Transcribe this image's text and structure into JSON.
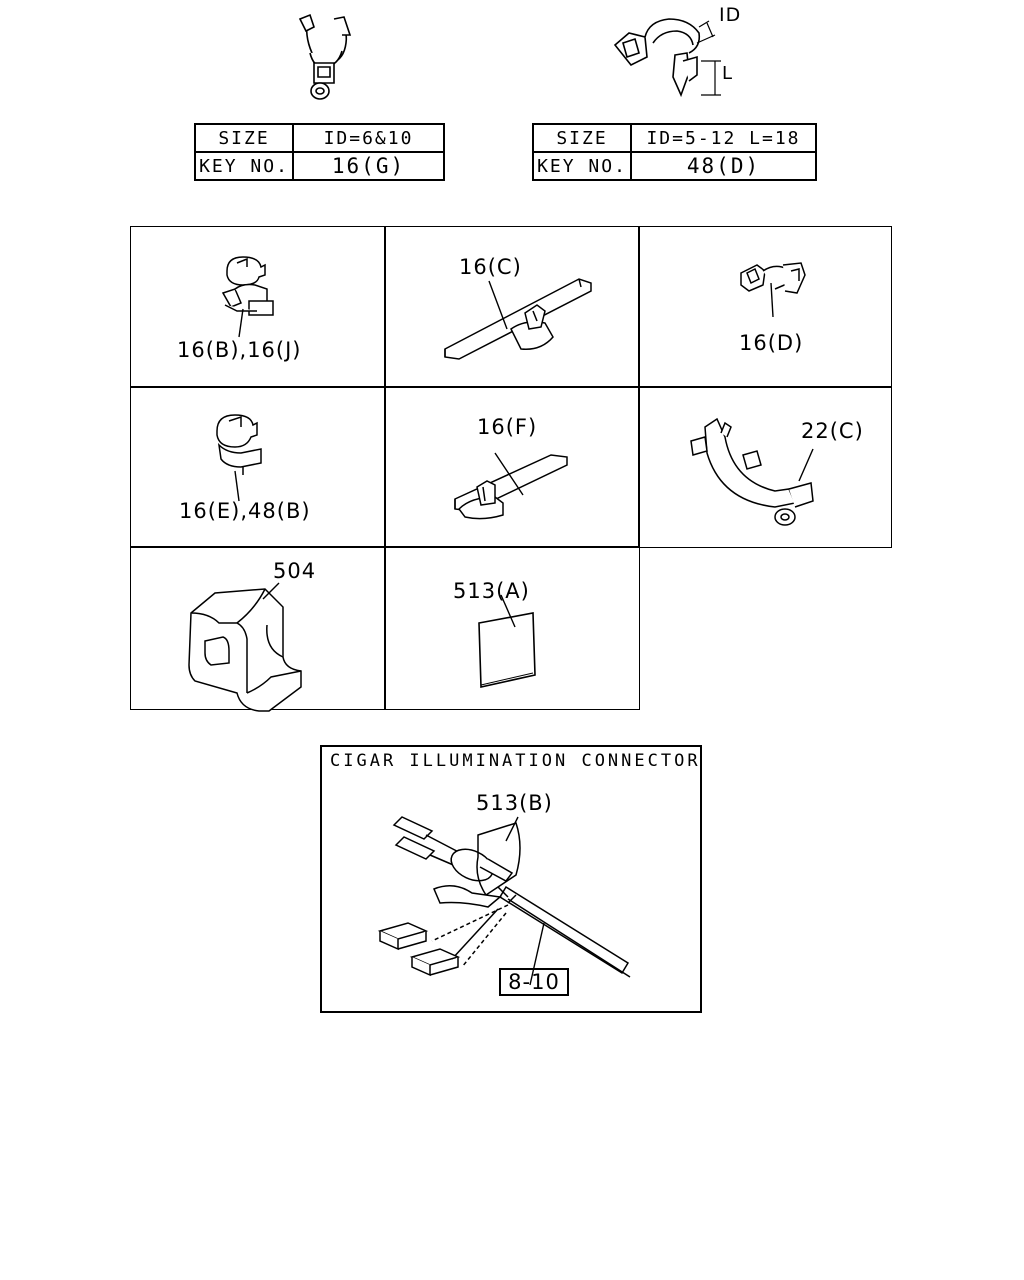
{
  "top_left": {
    "table": {
      "size_label": "SIZE",
      "size_value": "ID=6&10",
      "key_label": "KEY NO.",
      "key_value": "16(G)"
    }
  },
  "top_right": {
    "dim_id": "ID",
    "dim_l": "L",
    "table": {
      "size_label": "SIZE",
      "size_value": "ID=5-12  L=18",
      "key_label": "KEY NO.",
      "key_value": "48(D)"
    }
  },
  "grid": {
    "cells": [
      {
        "label": "16(B),16(J)"
      },
      {
        "label": "16(C)"
      },
      {
        "label": "16(D)"
      },
      {
        "label": "16(E),48(B)"
      },
      {
        "label": "16(F)"
      },
      {
        "label": "22(C)"
      },
      {
        "label": "504"
      },
      {
        "label": "513(A)"
      }
    ]
  },
  "cigar": {
    "title": "CIGAR ILLUMINATION CONNECTOR",
    "part_label": "513(B)",
    "ref_label": "8-10"
  }
}
